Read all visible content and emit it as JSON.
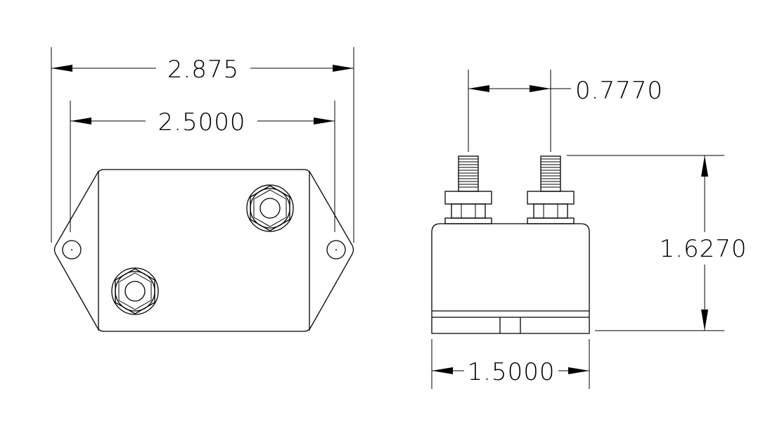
{
  "dimensions": {
    "overall_width": "2.875",
    "hole_spacing": "2.5000",
    "terminal_spacing": "0.7770",
    "height": "1.6270",
    "body_width": "1.5000"
  }
}
